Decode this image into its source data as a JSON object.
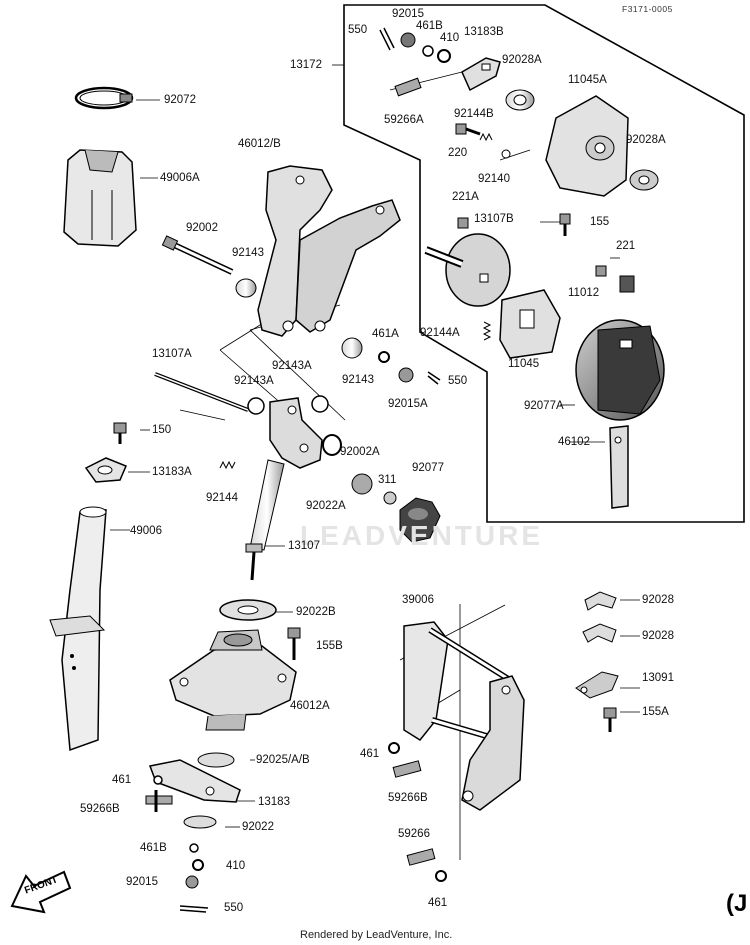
{
  "header": {
    "ref_code": "F3171-0005"
  },
  "footer": {
    "credit": "Rendered by LeadVenture, Inc."
  },
  "watermark": {
    "text": "LEADVENTURE"
  },
  "front_marker": {
    "text": "FRONT"
  },
  "corner_glyph": "(J",
  "labels": {
    "l_550a": "550",
    "l_92015a": "92015",
    "l_461b_a": "461B",
    "l_410_a": "410",
    "l_13183b": "13183B",
    "l_13172": "13172",
    "l_92028a_1": "92028A",
    "l_11045a": "11045A",
    "l_92072": "92072",
    "l_59266a": "59266A",
    "l_92144b": "92144B",
    "l_92028a_2": "92028A",
    "l_220": "220",
    "l_92140": "92140",
    "l_46012b": "46012/B",
    "l_49006a": "49006A",
    "l_221a": "221A",
    "l_13107b": "13107B",
    "l_155a_top": "155",
    "l_92002": "92002",
    "l_92143_a": "92143",
    "l_221": "221",
    "l_11012": "11012",
    "l_461a": "461A",
    "l_92144a": "92144A",
    "l_13107a": "13107A",
    "l_92143a_1": "92143A",
    "l_92143a_2": "92143A",
    "l_92143_b": "92143",
    "l_550b": "550",
    "l_11045": "11045",
    "l_92015a_b": "92015A",
    "l_92077a": "92077A",
    "l_150": "150",
    "l_92002a": "92002A",
    "l_46102": "46102",
    "l_13183a": "13183A",
    "l_92077": "92077",
    "l_92144": "92144",
    "l_311": "311",
    "l_92022a": "92022A",
    "l_49006": "49006",
    "l_13107": "13107",
    "l_39006": "39006",
    "l_92028_1": "92028",
    "l_92022b": "92022B",
    "l_92028_2": "92028",
    "l_155b": "155B",
    "l_13091": "13091",
    "l_46012a": "46012A",
    "l_155a": "155A",
    "l_92025": "92025/A/B",
    "l_461_l": "461",
    "l_461_r": "461",
    "l_13183": "13183",
    "l_59266b_l": "59266B",
    "l_59266b_r": "59266B",
    "l_92022": "92022",
    "l_59266": "59266",
    "l_461b_b": "461B",
    "l_410_b": "410",
    "l_92015_b": "92015",
    "l_550_b": "550",
    "l_461_b": "461"
  }
}
